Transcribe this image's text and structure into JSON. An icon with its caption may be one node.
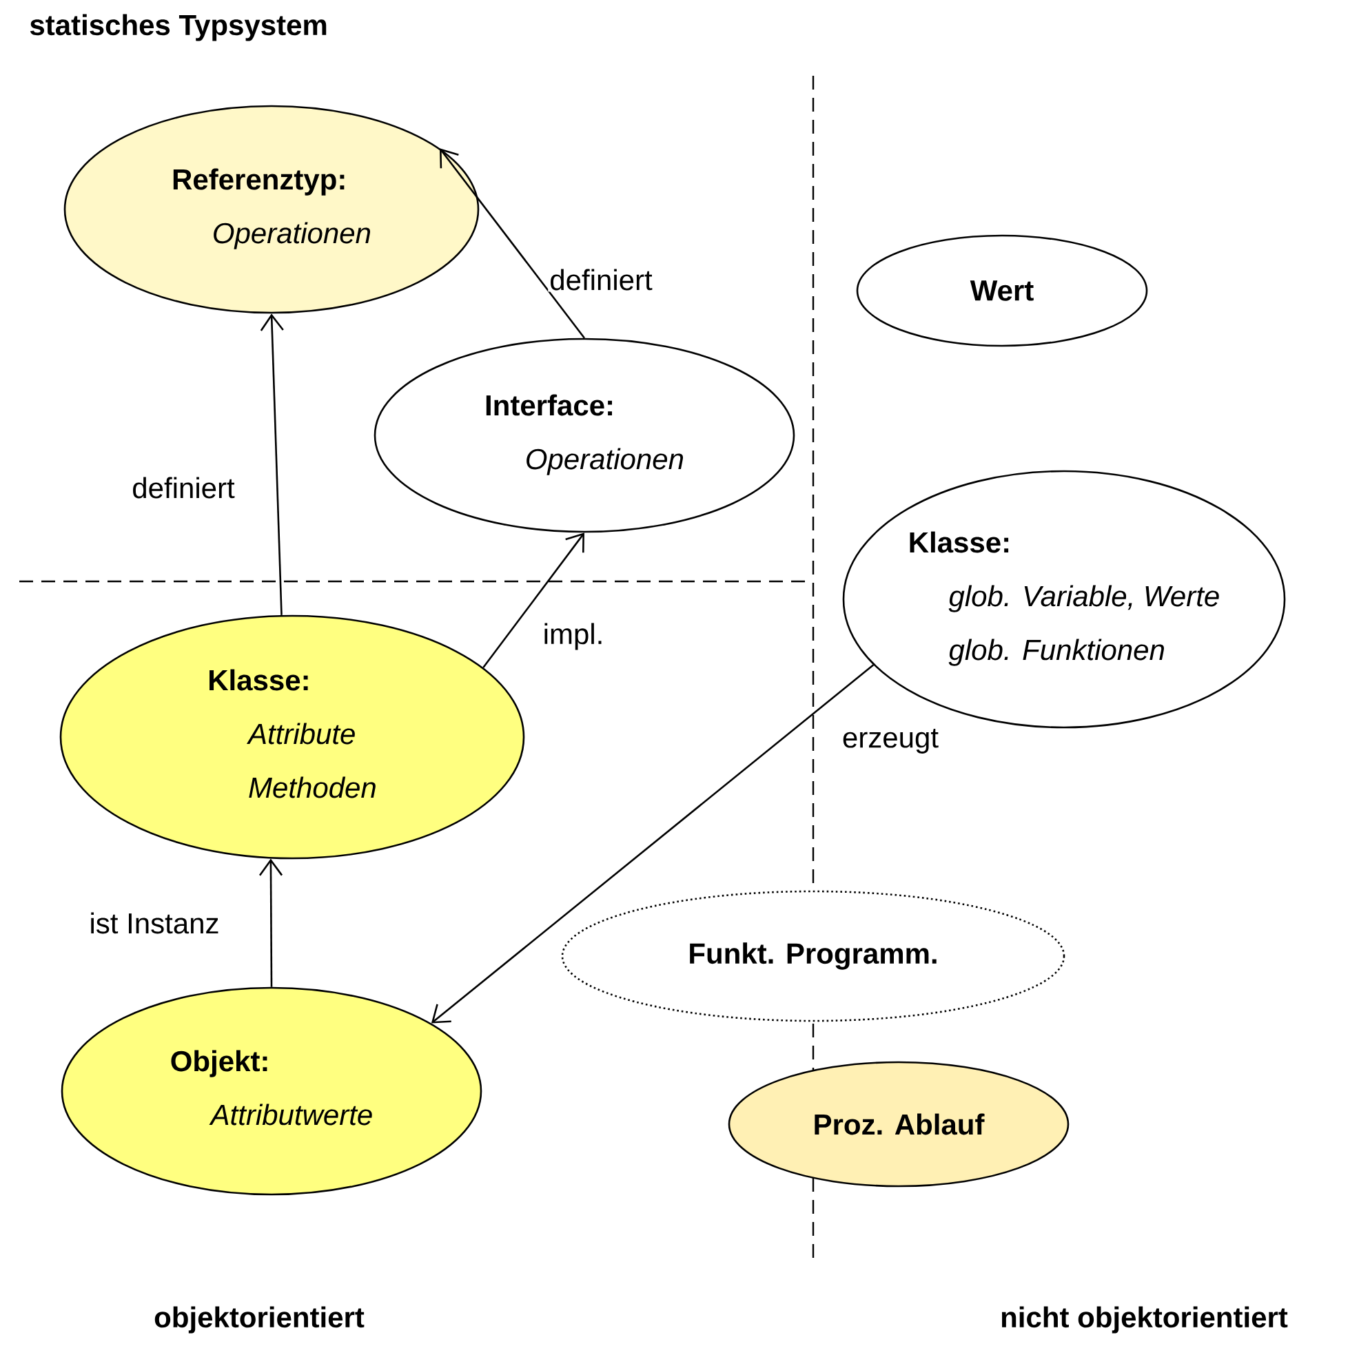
{
  "diagram": {
    "title": "statisches Typsystem",
    "nodes": [
      {
        "text": [
          "Referenztyp:",
          "Operationen"
        ]
      },
      {
        "text": [
          "Interface:",
          "Operationen"
        ]
      },
      {
        "text": [
          "Wert"
        ]
      },
      {
        "text": [
          "Klasse:",
          "glob. Variable, Werte",
          "glob. Funktionen"
        ]
      },
      {
        "text": [
          "Klasse:",
          "Attribute",
          "Methoden"
        ]
      },
      {
        "text": [
          "Funkt. Programm."
        ]
      },
      {
        "text": [
          "Objekt:",
          "Attributwerte"
        ]
      },
      {
        "text": [
          "Proz. Ablauf"
        ]
      }
    ],
    "edges": [
      {
        "from": 4,
        "to": 0,
        "arrow": "to",
        "label": "definiert"
      },
      {
        "from": 1,
        "to": 0,
        "arrow": "to",
        "label": "definiert"
      },
      {
        "from": 4,
        "to": 1,
        "arrow": "to",
        "label": "impl."
      },
      {
        "from": 3,
        "to": 6,
        "arrow": "to",
        "label": "erzeugt"
      },
      {
        "from": 6,
        "to": 4,
        "arrow": "to",
        "label": "ist Instanz"
      }
    ],
    "labels": [
      "objektorientiert",
      "nicht objektorientiert"
    ]
  }
}
